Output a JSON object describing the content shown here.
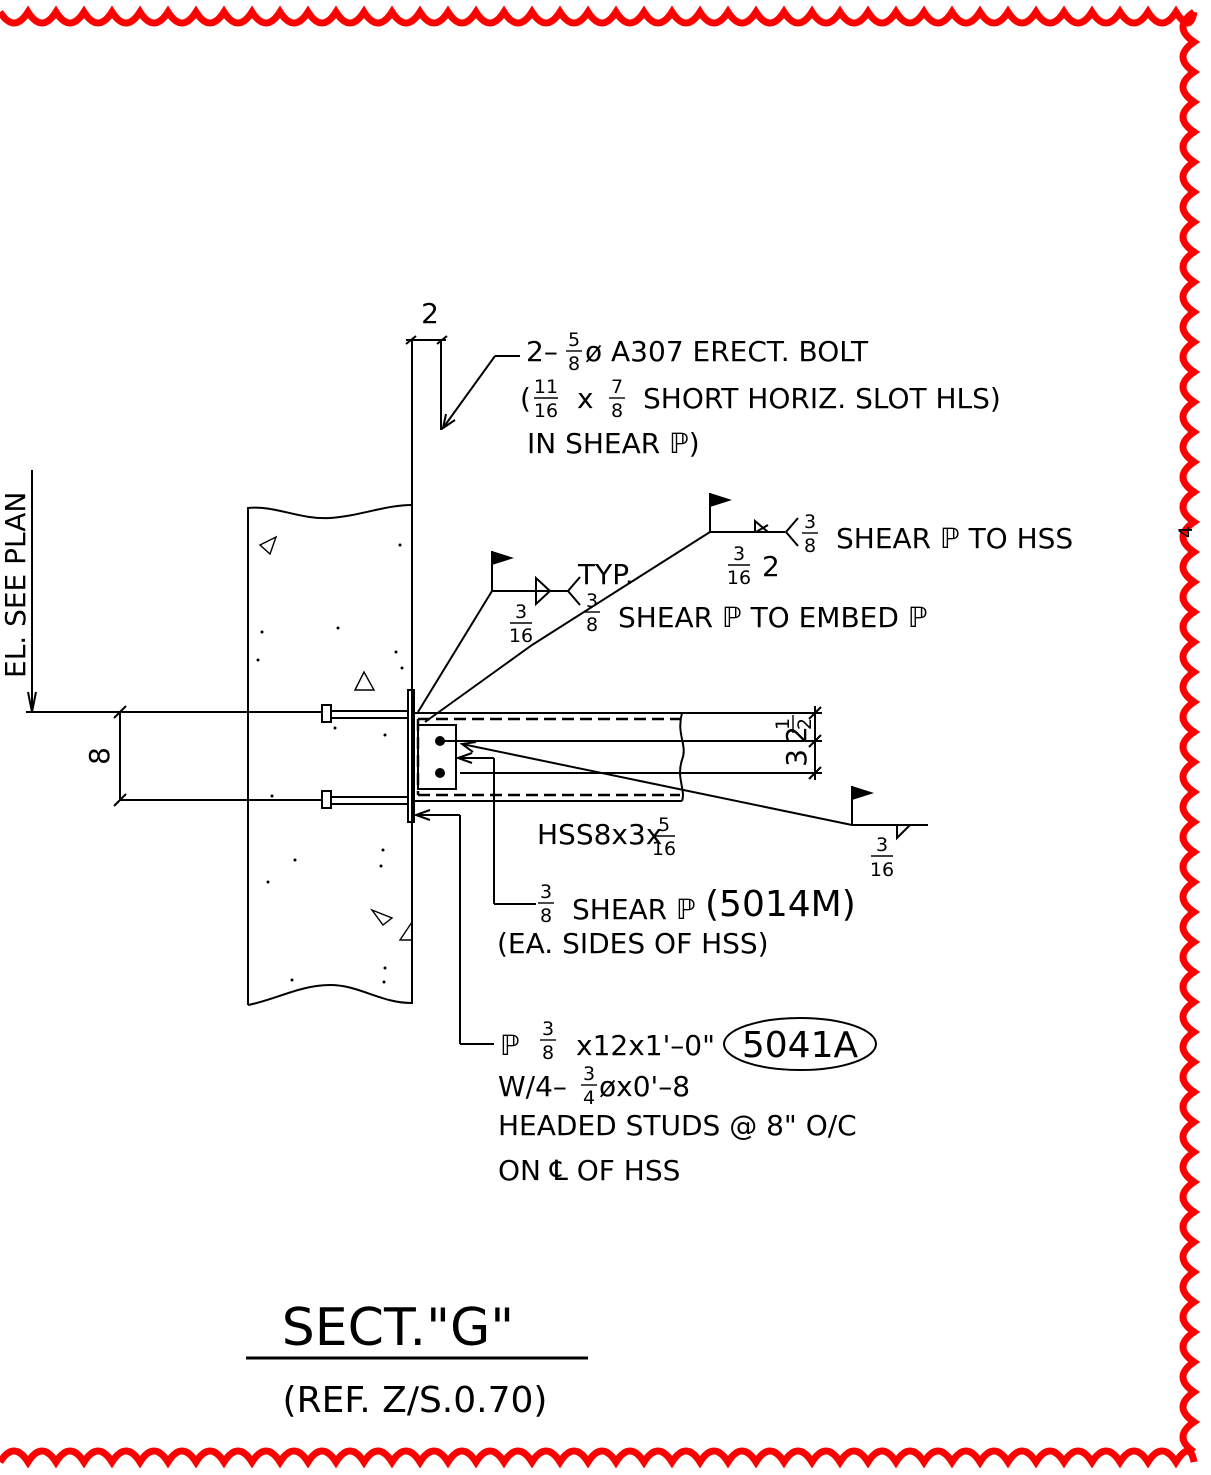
{
  "colors": {
    "revision_cloud": "#ff0000",
    "linework": "#000000",
    "background": "#ffffff"
  },
  "dim_top": "2",
  "dim_left": "8",
  "dim_right": "3",
  "dim_right_small": "2",
  "dim_right_frac_num": "1",
  "dim_right_frac_den": "2",
  "elevation_note": "EL. SEE PLAN",
  "bolt_note": {
    "line1_prefix": "2–",
    "line1_frac_num": "5",
    "line1_frac_den": "8",
    "line1_suffix": "ø A307 ERECT. BOLT",
    "line2_open": "(",
    "line2_frac1_num": "11",
    "line2_frac1_den": "16",
    "line2_x": "x",
    "line2_frac2_num": "7",
    "line2_frac2_den": "8",
    "line2_suffix": "SHORT HORIZ. SLOT HLS)",
    "line3": "IN SHEAR ℙ)"
  },
  "weld_top": {
    "size_num": "3",
    "size_den": "8",
    "text": "SHEAR ℙ TO HSS",
    "lower_num": "3",
    "lower_den": "16",
    "lower_len": "2"
  },
  "weld_embed": {
    "typ": "TYP.",
    "size_num": "3",
    "size_den": "8",
    "text": "SHEAR ℙ TO EMBED ℙ",
    "lower_num": "3",
    "lower_den": "16"
  },
  "hss_label": {
    "prefix": "HSS8x3x",
    "frac_num": "5",
    "frac_den": "16"
  },
  "weld_bottom": {
    "num": "3",
    "den": "16"
  },
  "shear_plate_note": {
    "frac_num": "3",
    "frac_den": "8",
    "text": "SHEAR ℙ",
    "mark": "(5014M)",
    "line2": "(EA. SIDES OF HSS)"
  },
  "embed_note": {
    "pl": "ℙ",
    "frac_num": "3",
    "frac_den": "8",
    "dims": "x12x1'–0\"",
    "mark": "5041A",
    "line2_prefix": "W/4–",
    "line2_frac_num": "3",
    "line2_frac_den": "4",
    "line2_suffix": "øx0'–8",
    "line3": "HEADED STUDS @ 8\" O/C",
    "line4": "ON ℄ OF HSS"
  },
  "edge_fragment": "4",
  "title": "SECT.\"G\"",
  "reference": "(REF. Z/S.0.70)"
}
